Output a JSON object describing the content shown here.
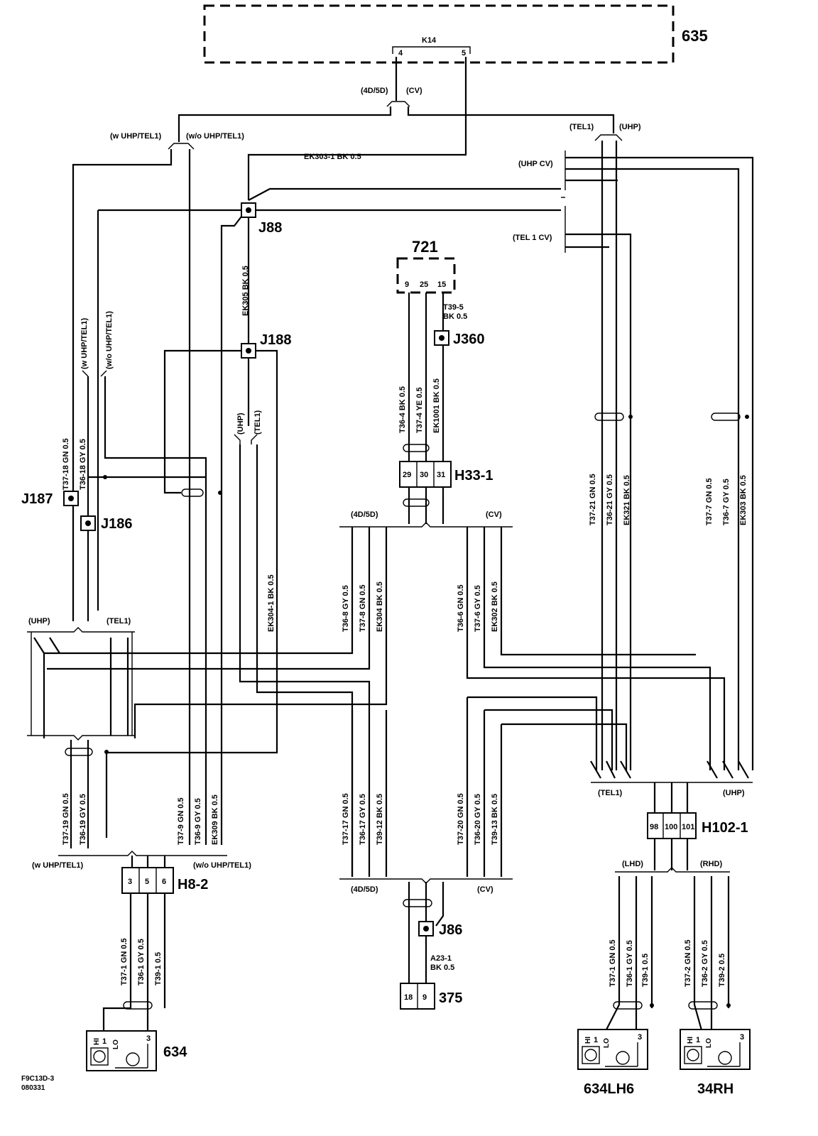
{
  "components": {
    "c635": "635",
    "k14": "K14",
    "k14_pin4": "4",
    "k14_pin5": "5",
    "c721": "721",
    "c721_pins": [
      "9",
      "25",
      "15"
    ],
    "h33": "H33-1",
    "h33_pins": [
      "29",
      "30",
      "31"
    ],
    "h102": "H102-1",
    "h102_pins": [
      "98",
      "100",
      "101"
    ],
    "h8": "H8-2",
    "h8_pins": [
      "3",
      "5",
      "6"
    ],
    "c375": "375",
    "c375_pins": [
      "18",
      "9"
    ],
    "c634": "634",
    "c634lh": "634LH6",
    "c34rh": "34RH"
  },
  "splices": {
    "j88": "J88",
    "j188": "J188",
    "j187": "J187",
    "j186": "J186",
    "j360": "J360",
    "j86": "J86"
  },
  "variants": {
    "v4d5d_top": "(4D/5D)",
    "vcv_top": "(CV)",
    "w_uhp_tel1": "(w UHP/TEL1)",
    "wo_uhp_tel1": "(w/o UHP/TEL1)",
    "tel1_top": "(TEL1)",
    "uhp_top": "(UHP)",
    "uhp_cv": "(UHP CV)",
    "tel1_cv": "(TEL 1 CV)",
    "w_uhp_tel1_v": "(w UHP/TEL1)",
    "wo_uhp_tel1_v": "(w/o UHP/TEL1)",
    "uhp_v": "(UHP)",
    "tel1_v": "(TEL1)",
    "v4d5d_mid": "(4D/5D)",
    "vcv_mid": "(CV)",
    "uhp_left": "(UHP)",
    "tel1_left": "(TEL1)",
    "tel1_right": "(TEL1)",
    "uhp_right": "(UHP)",
    "w_uhp_tel1_bot": "(w UHP/TEL1)",
    "wo_uhp_tel1_bot": "(w/o UHP/TEL1)",
    "v4d5d_bot": "(4D/5D)",
    "vcv_bot": "(CV)",
    "lhd": "(LHD)",
    "rhd": "(RHD)"
  },
  "wires": {
    "ek303_1": "EK303-1    BK  0.5",
    "ek305": "EK305  BK  0.5",
    "t37_18": "T37-18    GN 0.5",
    "t36_18": "T36-18    GY 0.5",
    "t39_5": "T39-5",
    "t39_5b": "BK  0.5",
    "t36_4": "T36-4  BK  0.5",
    "t37_4": "T37-4  YE  0.5",
    "ek1001": "EK1001  BK  0.5",
    "ek304_1": "EK304-1    BK  0.5",
    "t36_8": "T36-8    GY  0.5",
    "t37_8": "T37-8    GN 0.5",
    "ek304": "EK304    BK 0.5",
    "t36_6": "T36-6    GN  0.5",
    "t37_6": "T37-6    GY  0.5",
    "ek302": "EK302    BK  0.5",
    "t37_21": "T37-21    GN  0.5",
    "t36_21": "T36-21    GY  0.5",
    "ek321": "EK321    BK  0.5",
    "t37_7": "T37-7    GN  0.5",
    "t36_7": "T36-7    GY  0.5",
    "ek303": "EK303    BK  0.5",
    "t37_19": "T37-19    GN 0.5",
    "t36_19": "T36-19    GY 0.5",
    "t37_9": "T37-9    GN  0.5",
    "t36_9": "T36-9    GY  0.5",
    "ek309": "EK309    BK  0.5",
    "t37_17": "T37-17    GN  0.5",
    "t36_17": "T36-17    GY 0.5",
    "t39_12": "T39-12    BK  0.5",
    "t37_20": "T37-20    GN  0.5",
    "t36_20": "T36-20    GY  0.5",
    "t39_13": "T39-13    BK  0.5",
    "t37_1": "T37-1  GN    0.5",
    "t36_1": "T36-1  GY    0.5",
    "t39_1": "T39-1         0.5",
    "a23_1": "A23-1",
    "a23_1b": "BK  0.5",
    "t37_1r": "T37-1  GN    0.5",
    "t36_1r": "T36-1  GY    0.5",
    "t39_1r": "T39-1         0.5",
    "t37_2": "T37-2  GN    0.5",
    "t36_2": "T36-2  GY    0.5",
    "t39_2": "T39-2         0.5"
  },
  "mic": {
    "hi": "HI",
    "p1": "1",
    "lo": "LO",
    "p3": "3"
  },
  "footer": {
    "code": "F9C13D-3",
    "date": "080331"
  }
}
